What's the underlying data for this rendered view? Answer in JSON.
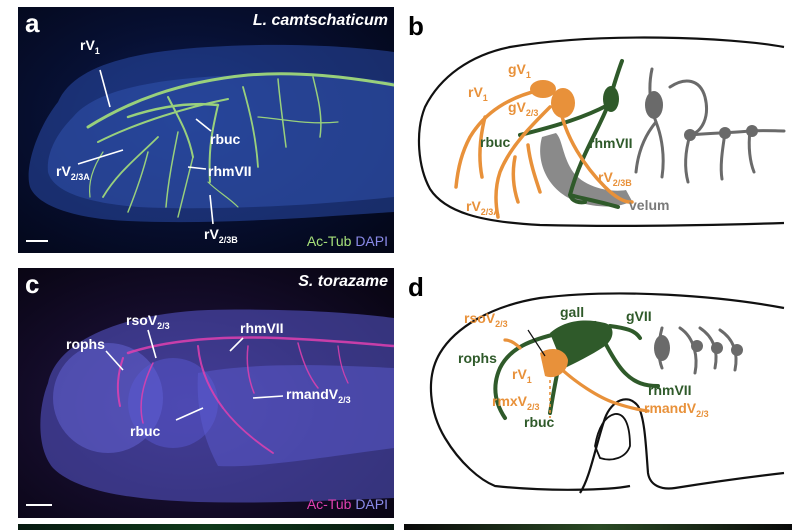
{
  "panel_a": {
    "letter": "a",
    "species": "L. camtschaticum",
    "labels": {
      "rV1_main": "rV",
      "rV1_sub": "1",
      "rV23A_main": "rV",
      "rV23A_sub": "2/3A",
      "rbuc": "rbuc",
      "rhmVII": "rhmVII",
      "rV23B_main": "rV",
      "rV23B_sub": "2/3B"
    },
    "stain_1": "Ac-Tub",
    "stain_2": "DAPI"
  },
  "panel_b": {
    "letter": "b",
    "labels": {
      "rV1_main": "rV",
      "rV1_sub": "1",
      "gV1_main": "gV",
      "gV1_sub": "1",
      "gV23_main": "gV",
      "gV23_sub": "2/3",
      "rbuc": "rbuc",
      "rhmVII": "rhmVII",
      "rV23B_main": "rV",
      "rV23B_sub": "2/3B",
      "velum": "velum",
      "rV23A_main": "rV",
      "rV23A_sub": "2/3A"
    }
  },
  "panel_c": {
    "letter": "c",
    "species": "S. torazame",
    "labels": {
      "rsoV_main": "rsoV",
      "rsoV_sub": "2/3",
      "rophs": "rophs",
      "rhmVII": "rhmVII",
      "rmandV_main": "rmandV",
      "rmandV_sub": "2/3",
      "rbuc": "rbuc"
    },
    "stain_1": "Ac-Tub",
    "stain_2": "DAPI"
  },
  "panel_d": {
    "letter": "d",
    "labels": {
      "rsoV_main": "rsoV",
      "rsoV_sub": "2/3",
      "gall": "gall",
      "gVII": "gVII",
      "rophs": "rophs",
      "rV1_main": "rV",
      "rV1_sub": "1",
      "rmxV_main": "rmxV",
      "rmxV_sub": "2/3",
      "rbuc": "rbuc",
      "rhmVII": "rhmVII",
      "rmandV_main": "rmandV",
      "rmandV_sub": "2/3"
    }
  },
  "colors": {
    "trigeminal_orange": "#e8913a",
    "facial_green": "#2f5a2a",
    "gray": "#707070",
    "actub_green": "#a6e07a",
    "actub_magenta": "#e040b0",
    "dapi_blue": "#8a8ae8"
  }
}
